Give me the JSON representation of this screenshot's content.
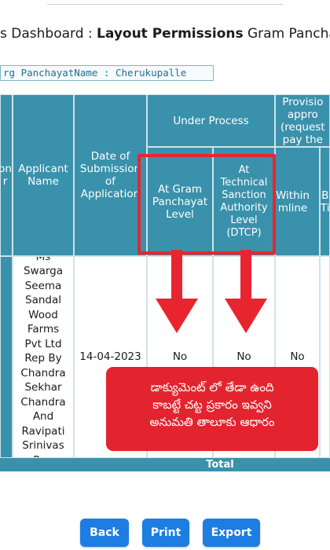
{
  "header": {
    "title_part1": "s Dashboard : ",
    "title_part2": "Layout Permissions",
    "title_part3": " Gram Pancha",
    "subtitle": "rg PanchayatName : Cherukupalle"
  },
  "table": {
    "col_header_1": "on\nr",
    "col_header_applicant": "Applicant\nName",
    "col_header_date": "Date of\nSubmission\nof\nApplication",
    "group_under_process": "Under Process",
    "sub_gram_panchayat": "At Gram\nPanchayat\nLevel",
    "sub_technical": "At\nTechnical\nSanction\nAuthority\nLevel\n(DTCP)",
    "group_provision": "Provisio\nappro\n(request\npay the",
    "sub_within": "Within\nmline",
    "sub_b": "B\nTi",
    "row": {
      "applicant_name": "Ms\nSwarga\nSeema\nSandal\nWood\nFarms\nPvt Ltd\nRep By\nChandra\nSekhar\nChandra\nAnd\nRavipati\nSrinivas\nRao",
      "date": "14-04-2023",
      "gram_panchayat": "No",
      "technical": "No",
      "within": "No"
    },
    "total_label": "Total"
  },
  "overlay": {
    "line1": "డాక్యుమెంట్ లో తేడా ఉంది",
    "line2": "కాబట్టే చట్ట ప్రకారం ఇవ్వని",
    "line3": "అనుమతి తాలూకు ఆధారం"
  },
  "buttons": {
    "back": "Back",
    "print": "Print",
    "export": "Export"
  },
  "colors": {
    "header_teal": "#3a91ab",
    "highlight_red": "#e8252f",
    "button_blue": "#1e7de0"
  }
}
